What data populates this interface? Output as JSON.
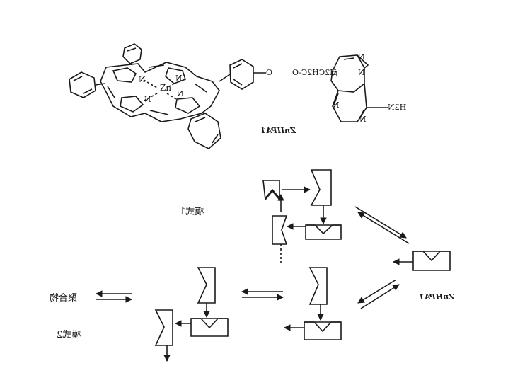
{
  "molecule": {
    "compound_label": "ZnHPA1",
    "metal": "Zn",
    "linker": "H2CH2C-O",
    "amine": "H2N",
    "pyrrole_n": "N"
  },
  "schemes": {
    "mode1_label": "模式1",
    "mode2_label": "模式2",
    "polymer_label": "聚合物",
    "monomer_label": "ZnHPA1"
  },
  "colors": {
    "ink": "#1a1a1a",
    "background": "#ffffff"
  }
}
